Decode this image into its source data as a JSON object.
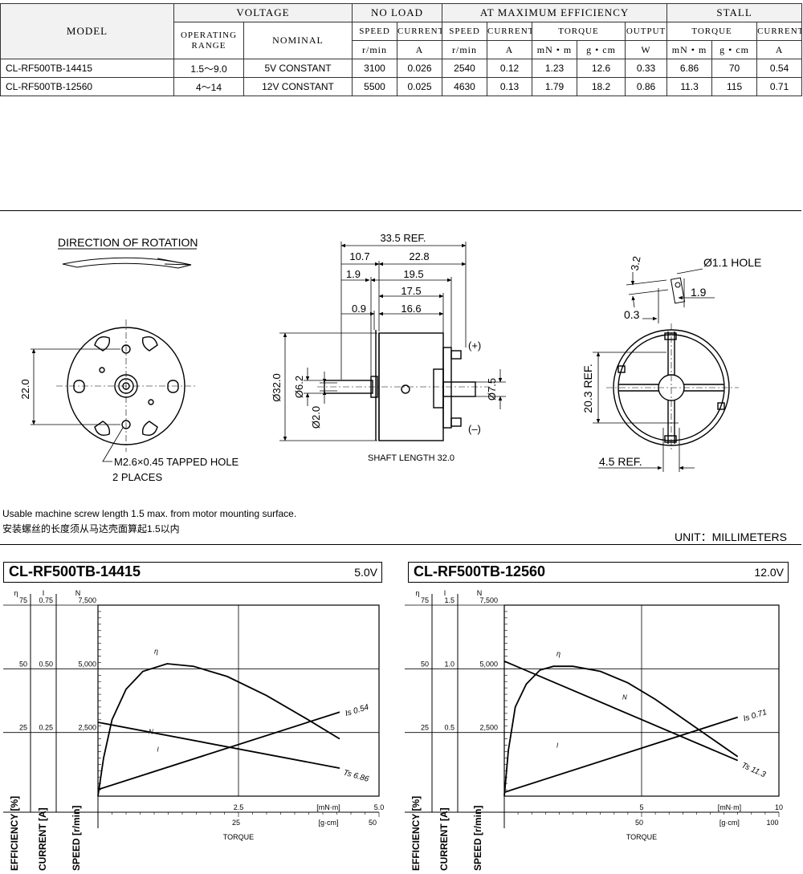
{
  "table": {
    "headers": {
      "model": "MODEL",
      "voltage": "VOLTAGE",
      "no_load": "NO LOAD",
      "max_eff": "AT MAXIMUM EFFICIENCY",
      "stall": "STALL",
      "operating_range": "OPERATING RANGE",
      "nominal": "NOMINAL",
      "speed": "SPEED",
      "current": "CURRENT",
      "torque": "TORQUE",
      "output": "OUTPUT"
    },
    "units": [
      "r/min",
      "A",
      "r/min",
      "A",
      "mN • m",
      "g • cm",
      "W",
      "mN • m",
      "g • cm",
      "A"
    ],
    "rows": [
      [
        "CL-RF500TB-14415",
        "1.5〜9.0",
        "5V CONSTANT",
        "3100",
        "0.026",
        "2540",
        "0.12",
        "1.23",
        "12.6",
        "0.33",
        "6.86",
        "70",
        "0.54"
      ],
      [
        "CL-RF500TB-12560",
        "4〜14",
        "12V CONSTANT",
        "5500",
        "0.025",
        "4630",
        "0.13",
        "1.79",
        "18.2",
        "0.86",
        "11.3",
        "115",
        "0.71"
      ]
    ]
  },
  "drawings": {
    "direction_title": "DIRECTION OF ROTATION",
    "dim_22": "22.0",
    "tapped_hole": "M2.6×0.45 TAPPED HOLE",
    "two_places": "2 PLACES",
    "dim_33_5": "33.5 REF.",
    "dim_10_7": "10.7",
    "dim_22_8": "22.8",
    "dim_1_9": "1.9",
    "dim_19_5": "19.5",
    "dim_17_5": "17.5",
    "dim_0_9": "0.9",
    "dim_16_6": "16.6",
    "dim_phi32": "Ø32.0",
    "dim_phi6_2": "Ø6.2",
    "dim_phi2": "Ø2.0",
    "dim_phi7_5": "Ø7.5",
    "plus": "(+)",
    "minus": "(–)",
    "shaft_length": "SHAFT LENGTH 32.0",
    "dim_3_2": "3.2",
    "hole": "Ø1.1 HOLE",
    "dim_1_9b": "1.9",
    "dim_0_3": "0.3",
    "dim_20_3": "20.3 REF.",
    "dim_4_5": "4.5 REF."
  },
  "notes": {
    "en": "Usable machine screw length 1.5 max. from motor mounting surface.",
    "zh": "安装螺丝的长度须从马达壳面算起1.5以内",
    "unit": "UNIT：MILLIMETERS"
  },
  "chart_data": [
    {
      "type": "line",
      "title": "CL-RF500TB-14415",
      "voltage": "5.0V",
      "x_label_top": "[mN·m]",
      "x_label_bottom": "[g·cm]",
      "xlabel": "TORQUE",
      "xticks_mn": [
        "2.5",
        "5.0"
      ],
      "xticks_g": [
        "25",
        "50"
      ],
      "xlim_mn": [
        0,
        5.0
      ],
      "axis_symbols": [
        "η",
        "I",
        "N"
      ],
      "ylabels": [
        "EFFICIENCY [%]",
        "CURRENT [A]",
        "SPEED [r/min]"
      ],
      "y_eff_ticks": [
        "75",
        "50",
        "25"
      ],
      "y_cur_ticks": [
        "0.75",
        "0.50",
        "0.25"
      ],
      "y_spd_ticks": [
        "7,500",
        "5,000",
        "2,500"
      ],
      "ylim_eff": [
        0,
        75
      ],
      "ylim_cur": [
        0,
        0.75
      ],
      "ylim_spd": [
        0,
        7500
      ],
      "series": [
        {
          "name": "η",
          "x": [
            0.0,
            0.1,
            0.25,
            0.5,
            0.8,
            1.23,
            1.7,
            2.3,
            3.0,
            3.7,
            4.3
          ],
          "y": [
            0,
            15,
            30,
            42,
            49,
            52,
            51,
            47,
            39.5,
            30.5,
            22.5
          ]
        },
        {
          "name": "N",
          "x": [
            0,
            4.3
          ],
          "y": [
            2900,
            1100
          ]
        },
        {
          "name": "I",
          "x": [
            0,
            4.3
          ],
          "y": [
            0.026,
            0.33
          ]
        }
      ],
      "annotations": [
        "Is 0.54",
        "Ts 6.86"
      ]
    },
    {
      "type": "line",
      "title": "CL-RF500TB-12560",
      "voltage": "12.0V",
      "x_label_top": "[mN·m]",
      "x_label_bottom": "[g·cm]",
      "xlabel": "TORQUE",
      "xticks_mn": [
        "5",
        "10"
      ],
      "xticks_g": [
        "50",
        "100"
      ],
      "xlim_mn": [
        0,
        10
      ],
      "axis_symbols": [
        "η",
        "I",
        "N"
      ],
      "ylabels": [
        "EFFICIENCY [%]",
        "CURRENT [A]",
        "SPEED [r/min]"
      ],
      "y_eff_ticks": [
        "75",
        "50",
        "25"
      ],
      "y_cur_ticks": [
        "1.5",
        "1.0",
        "0.5"
      ],
      "y_spd_ticks": [
        "7,500",
        "5,000",
        "2,500"
      ],
      "ylim_eff": [
        0,
        75
      ],
      "ylim_cur": [
        0,
        1.5
      ],
      "ylim_spd": [
        0,
        7500
      ],
      "series": [
        {
          "name": "η",
          "x": [
            0.0,
            0.15,
            0.4,
            0.8,
            1.3,
            1.79,
            2.5,
            3.5,
            4.5,
            5.5,
            6.5,
            7.5,
            8.5
          ],
          "y": [
            0,
            18,
            35,
            44,
            49.5,
            51,
            51,
            49,
            44.5,
            38,
            30.5,
            23,
            15.5
          ]
        },
        {
          "name": "N",
          "x": [
            0,
            8.5
          ],
          "y": [
            5300,
            1400
          ]
        },
        {
          "name": "I",
          "x": [
            0,
            8.5
          ],
          "y": [
            0.03,
            0.62
          ]
        }
      ],
      "annotations": [
        "Is 0.71",
        "Ts 11.3"
      ]
    }
  ]
}
